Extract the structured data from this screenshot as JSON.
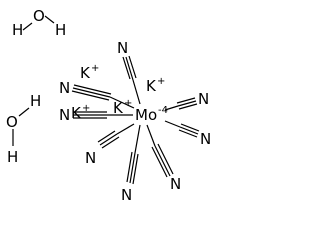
{
  "structure": {
    "water_1": {
      "H_left": "H",
      "O": "O",
      "H_right": "H"
    },
    "water_2": {
      "O": "O",
      "H_top": "H",
      "H_bottom": "H"
    },
    "potassium": [
      {
        "symbol": "K",
        "charge": "+"
      },
      {
        "symbol": "K",
        "charge": "+"
      },
      {
        "symbol": "K",
        "charge": "+"
      },
      {
        "symbol": "K",
        "charge": "+"
      }
    ],
    "center": {
      "symbol": "Mo",
      "charge": "-4"
    },
    "cyanides": [
      {
        "label": "N"
      },
      {
        "label": "N"
      },
      {
        "label": "N"
      },
      {
        "label": "N"
      },
      {
        "label": "N"
      },
      {
        "label": "N"
      },
      {
        "label": "N"
      },
      {
        "label": "N"
      }
    ]
  }
}
